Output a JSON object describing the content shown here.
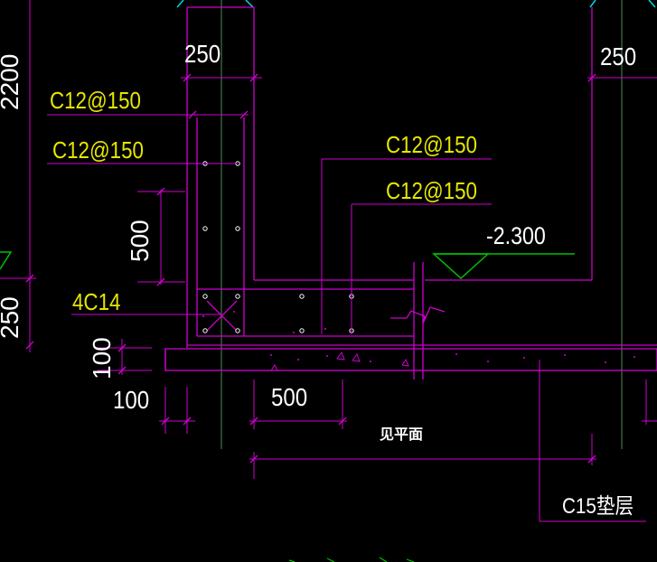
{
  "colors": {
    "background": "#000000",
    "structure": "#d000d0",
    "rebar_label": "#e6e600",
    "dimension_text": "#ffffff",
    "elevation": "#00c000",
    "cyan": "#00d8e8",
    "gray": "#808080",
    "axis": "#5a8a5a"
  },
  "labels": {
    "rebar_1": "C12@150",
    "rebar_2": "C12@150",
    "rebar_3": "C12@150",
    "rebar_4": "C12@150",
    "rebar_corner": "4C14",
    "elevation": "-2.300",
    "see_plan": "见平面",
    "cushion": "C15垫层"
  },
  "dimensions": {
    "wall_left": "250",
    "wall_right": "250",
    "height_upper": "2200",
    "height_lower": "250",
    "haunch": "500",
    "slab_thickness": "100",
    "offset": "100",
    "haunch_width": "500"
  },
  "icons": {
    "rebar_dot": "circle-marker",
    "corner_bar": "x-cross",
    "break_line": "zigzag-break",
    "elevation_mark": "triangle-down"
  }
}
